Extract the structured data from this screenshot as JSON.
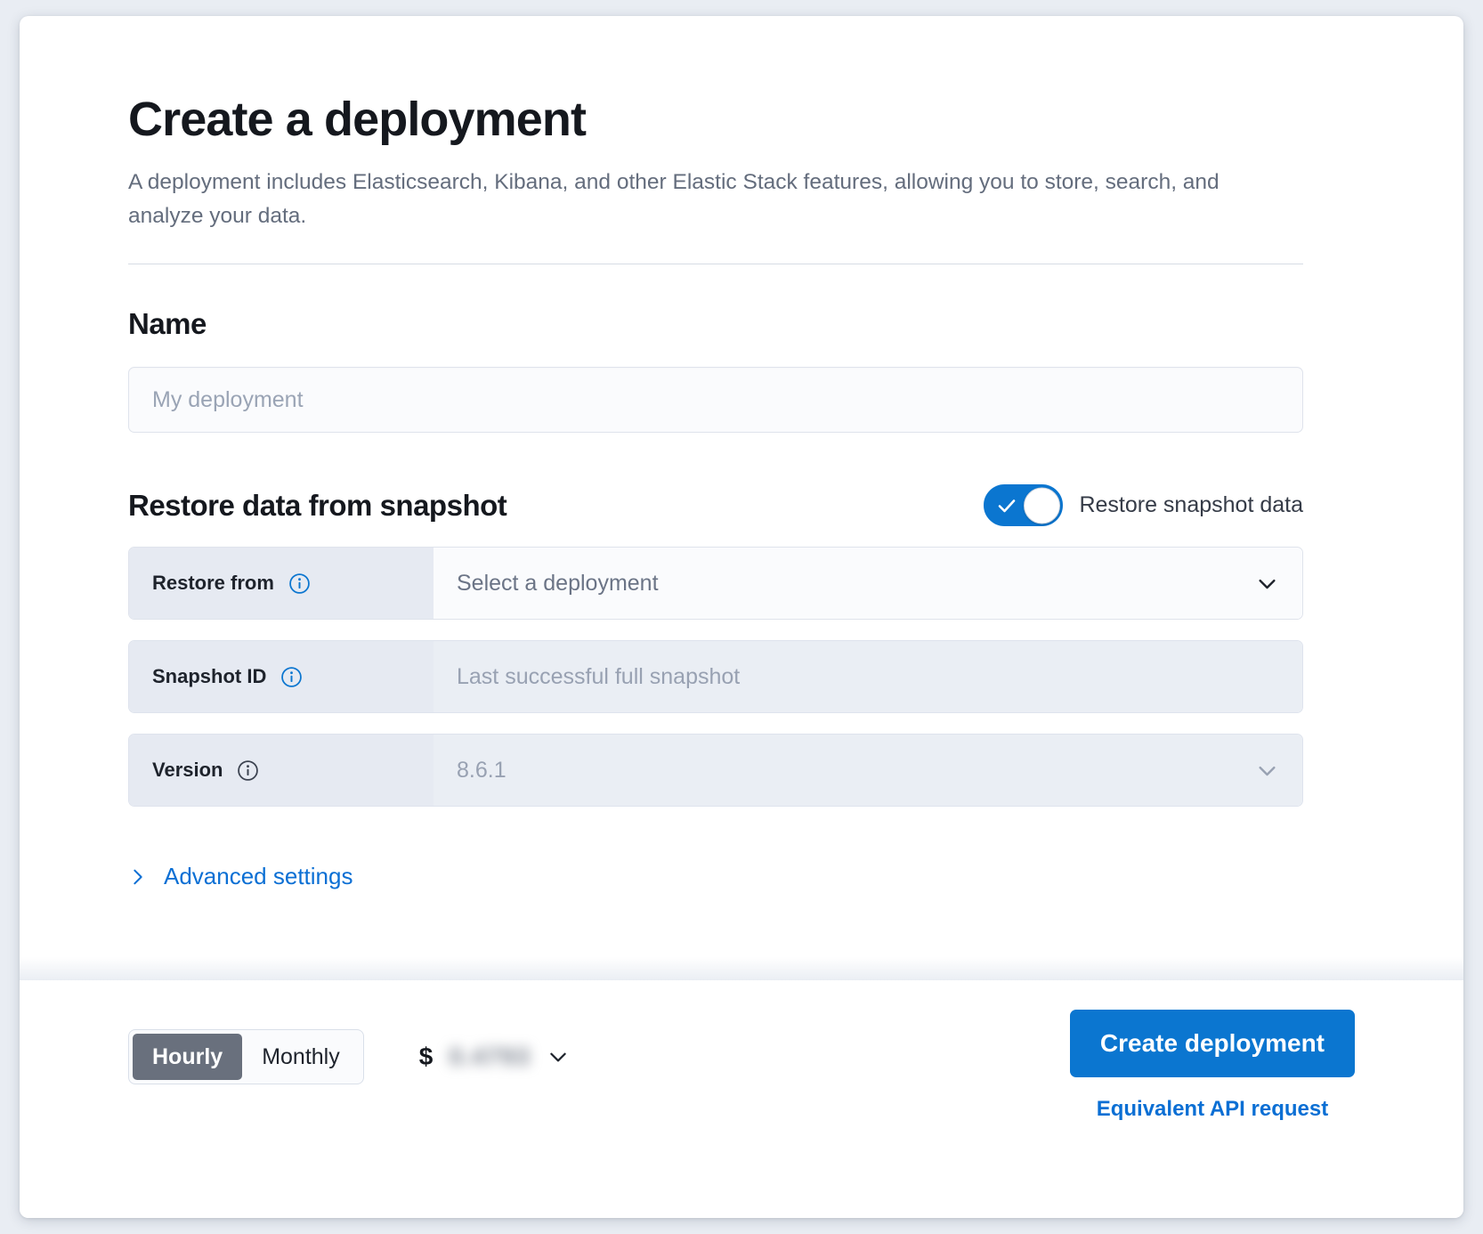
{
  "header": {
    "title": "Create a deployment",
    "description": "A deployment includes Elasticsearch, Kibana, and other Elastic Stack features, allowing you to store, search, and analyze your data."
  },
  "name_section": {
    "title": "Name",
    "input_value": "",
    "input_placeholder": "My deployment"
  },
  "restore_section": {
    "title": "Restore data from snapshot",
    "toggle": {
      "label": "Restore snapshot data",
      "state": "on",
      "icon": "check-icon"
    },
    "rows": [
      {
        "label": "Restore from",
        "info_icon": "info-circle-icon",
        "value": "Select a deployment",
        "placeholder": "Select a deployment",
        "control": "dropdown",
        "chevron": "chevron-down-icon",
        "disabled": false
      },
      {
        "label": "Snapshot ID",
        "info_icon": "info-circle-icon",
        "value": "",
        "placeholder": "Last successful full snapshot",
        "control": "text",
        "chevron": "",
        "disabled": true
      },
      {
        "label": "Version",
        "info_icon": "info-circle-icon",
        "value": "8.6.1",
        "placeholder": "8.6.1",
        "control": "dropdown",
        "chevron": "chevron-down-icon",
        "disabled": true
      }
    ]
  },
  "advanced_settings": {
    "label": "Advanced settings",
    "icon": "chevron-right-icon",
    "expanded": false
  },
  "bottom_bar": {
    "billing_toggle": {
      "options": [
        "Hourly",
        "Monthly"
      ],
      "selected": "Hourly"
    },
    "price": {
      "currency_symbol": "$",
      "amount": "0.4793",
      "obscured": true,
      "chevron": "chevron-down-icon"
    },
    "create_button": "Create deployment",
    "api_link": "Equivalent API request"
  },
  "colors": {
    "accent_blue": "#0b76d0",
    "link_blue": "#0b6fd4",
    "label_bg": "#e6eaf2",
    "disabled_bg": "#eaeef4",
    "segment_active": "#69707d",
    "text_dark": "#15181e",
    "text_muted": "#646d7d"
  }
}
